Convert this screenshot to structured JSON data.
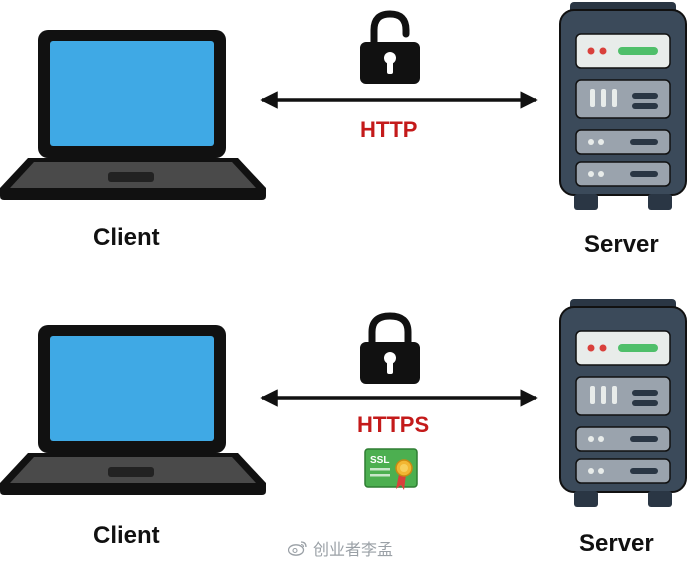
{
  "colors": {
    "screen": "#3fa9e5",
    "outline": "#111111",
    "laptop_base": "#4a4a4a",
    "server_body": "#3b4a5a",
    "server_panel_light": "#e8ecea",
    "server_panel_grey": "#9aa3ad",
    "led_red": "#d9403b",
    "led_green": "#4fbf6a",
    "protocol_text": "#c41a1a",
    "ssl_green": "#4caf50"
  },
  "rows": [
    {
      "client_label": "Client",
      "server_label": "Server",
      "protocol_label": "HTTP",
      "lock_state": "unlocked",
      "lock_icon": "unlocked-padlock-icon",
      "has_certificate": false
    },
    {
      "client_label": "Client",
      "server_label": "Server",
      "protocol_label": "HTTPS",
      "lock_state": "locked",
      "lock_icon": "locked-padlock-icon",
      "has_certificate": true,
      "certificate_text": "SSL",
      "certificate_icon": "ssl-certificate-icon"
    }
  ],
  "watermark": {
    "text": "创业者李孟",
    "icon": "weibo-icon"
  }
}
